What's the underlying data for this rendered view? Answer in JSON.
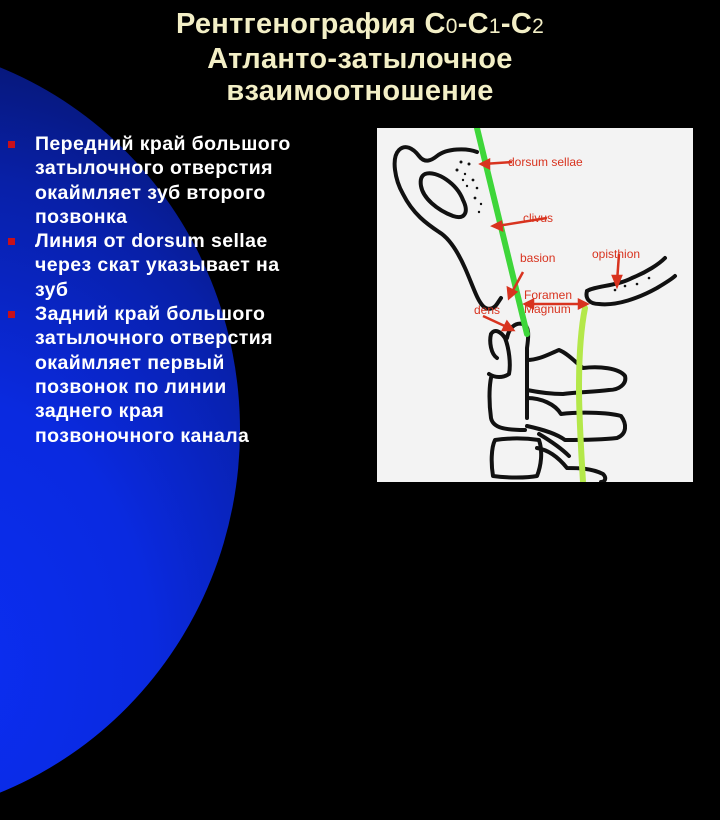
{
  "slide": {
    "title": {
      "line1_prefix": "Рентгенография ",
      "c0": "C",
      "c0_sub": "0",
      "sep1": "-C",
      "c1_sub": "1",
      "sep2": "-C",
      "c2_sub": "2",
      "line2": "Атланто-затылочное",
      "line3": "взаимоотношение"
    },
    "bullets": [
      {
        "lines": [
          "Передний край большого",
          "затылочного отверстия",
          "окаймляет зуб второго",
          "позвонка"
        ]
      },
      {
        "lines": [
          "Линия от dorsum sellae",
          "через скат указывает на",
          "зуб"
        ]
      },
      {
        "lines": [
          "Задний край большого",
          "затылочного отверстия",
          "окаймляет первый",
          "позвонок по линии",
          "заднего края",
          "позвоночного канала"
        ]
      }
    ],
    "diagram": {
      "labels": {
        "dorsum_sellae": "dorsum sellae",
        "clivus": "clivus",
        "basion": "basion",
        "opisthion": "opisthion",
        "foramen": "Foramen",
        "magnum": "Magnum",
        "dens": "dens"
      },
      "colors": {
        "label": "#d8331f",
        "line_green": "#3ed63a",
        "line_yellowgreen": "#b4e84a",
        "outline": "#111111",
        "background": "#f3f3f3"
      }
    },
    "colors": {
      "title": "#f3efc6",
      "bullet_text": "#ffffff",
      "bullet_mark": "#c8101a",
      "background": "#000000",
      "blob_blue": "#0b2ef2"
    }
  }
}
